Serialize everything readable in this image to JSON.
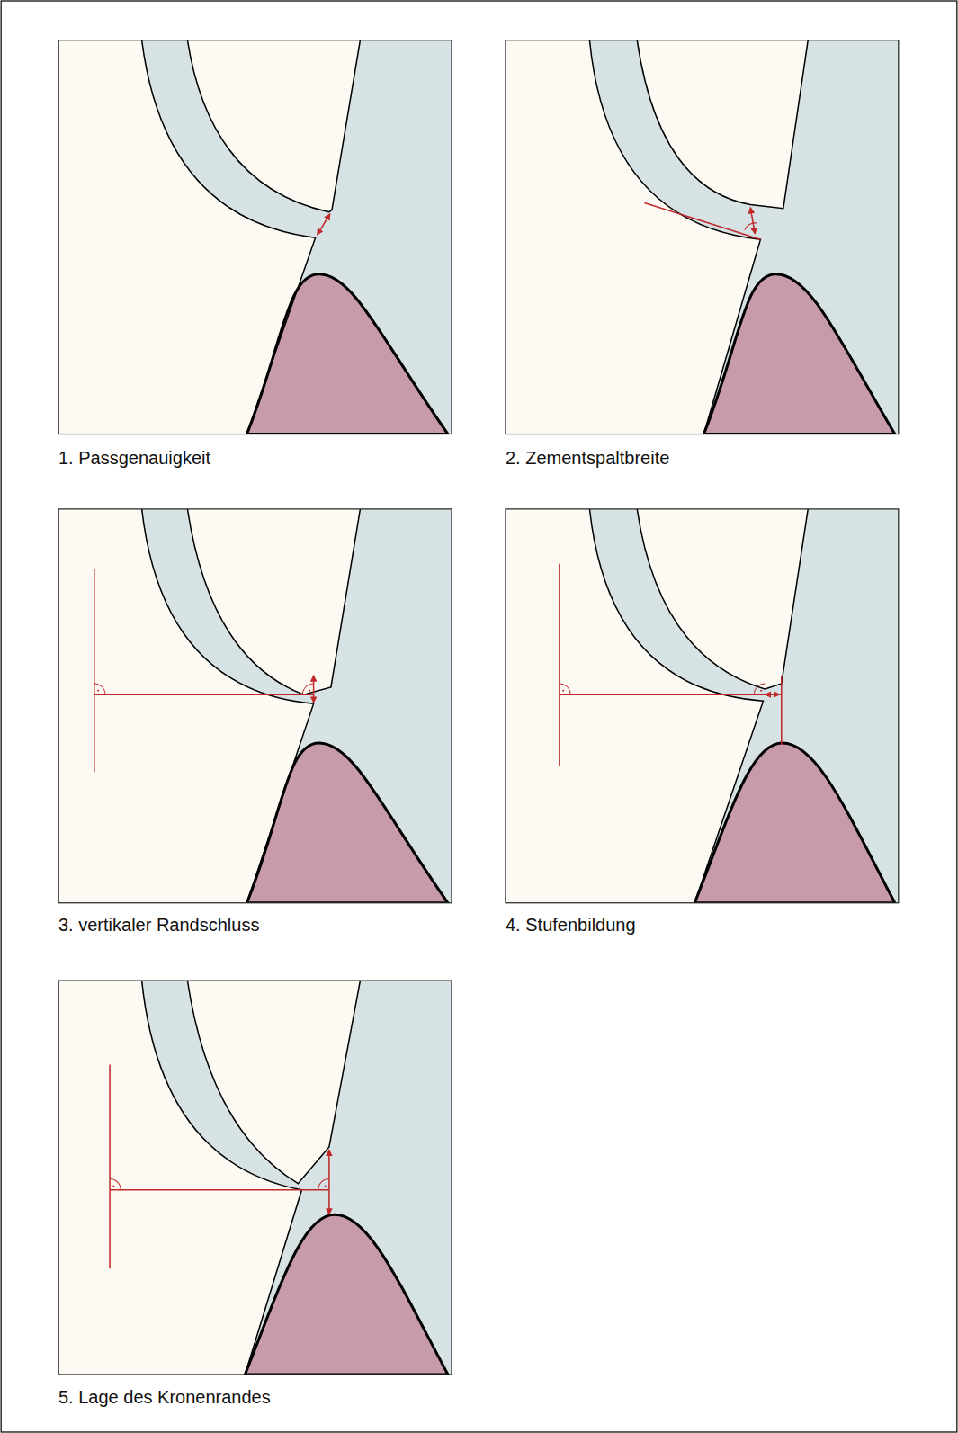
{
  "diagram": {
    "labels": [
      "1. Passgenauigkeit",
      "2. Zementspaltbreite",
      "3. vertikaler Randschluss",
      "4. Stufenbildung",
      "5. Lage des Kronenrandes"
    ]
  }
}
